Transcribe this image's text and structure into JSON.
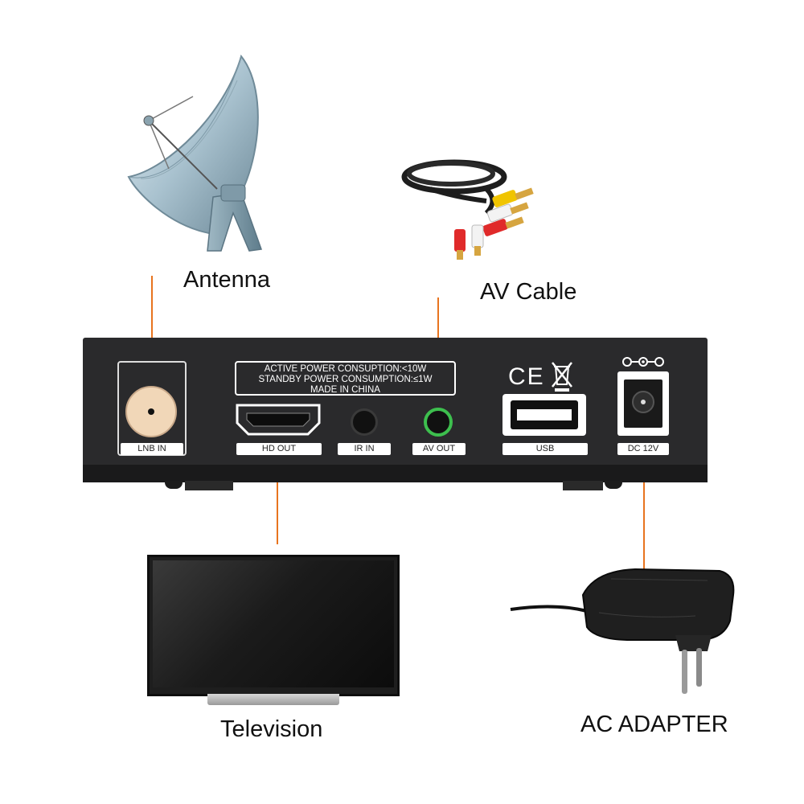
{
  "captions": {
    "antenna": "Antenna",
    "av_cable": "AV Cable",
    "television": "Television",
    "ac_adapter": "AC ADAPTER"
  },
  "device": {
    "info_lines": [
      "ACTIVE POWER CONSUPTION:<10W",
      "STANDBY POWER CONSUMPTION:≤1W",
      "MADE IN CHINA"
    ],
    "ports": {
      "lnb_in": "LNB IN",
      "hd_out": "HD OUT",
      "ir_in": "IR IN",
      "av_out": "AV OUT",
      "usb": "USB",
      "dc": "DC 12V"
    },
    "cert_mark": "CE"
  },
  "colors": {
    "wire": "#e8741f",
    "device_body": "#2a2a2c",
    "background": "#ffffff"
  },
  "icons": [
    "satellite-dish-icon",
    "av-cable-icon",
    "television-icon",
    "ac-adapter-icon",
    "ce-mark-icon",
    "weee-bin-icon",
    "dc-polarity-icon"
  ]
}
